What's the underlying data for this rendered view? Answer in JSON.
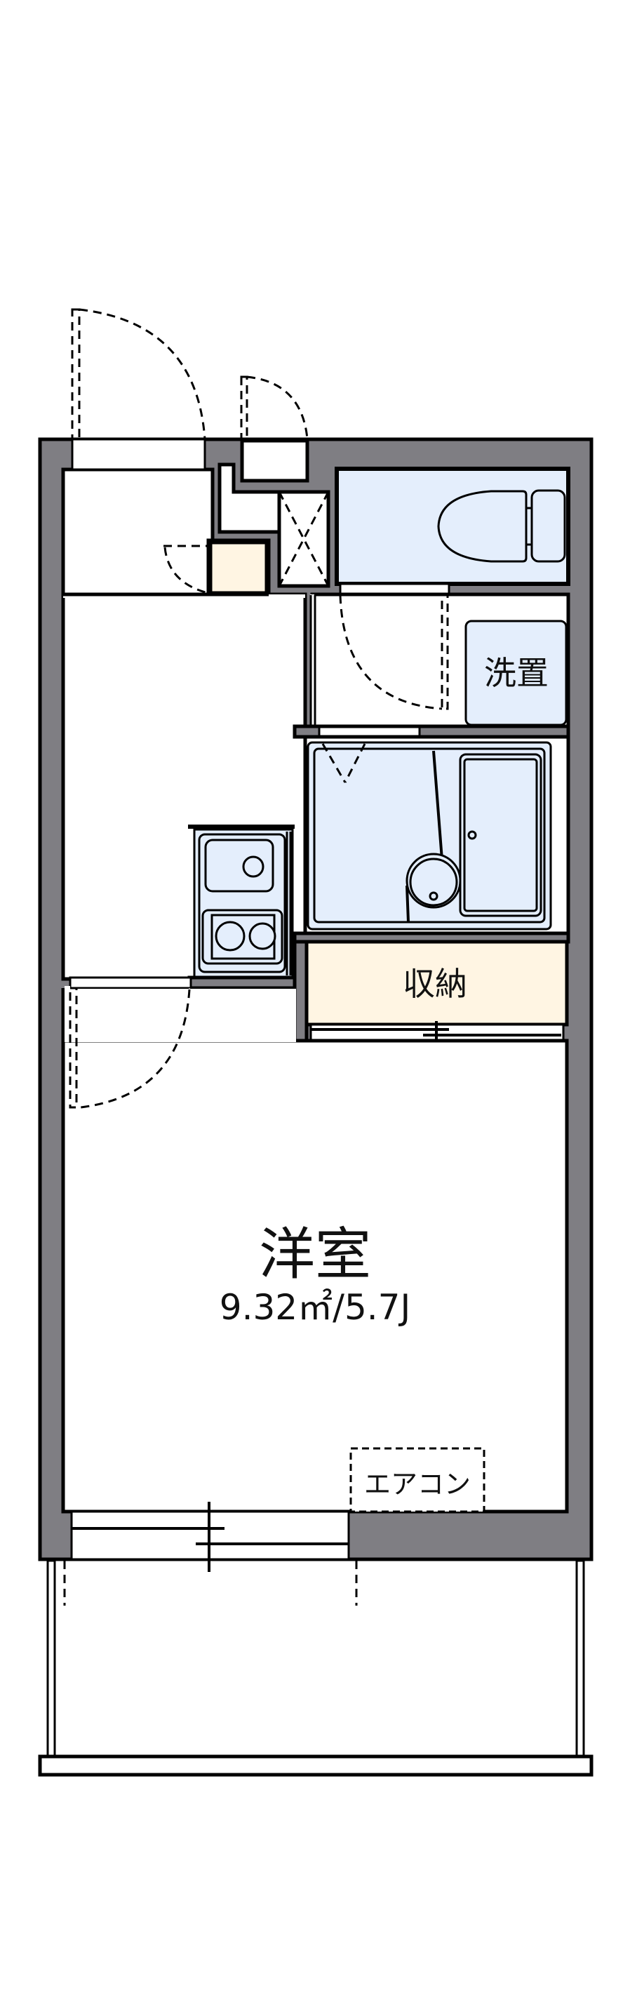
{
  "floorplan": {
    "rooms": {
      "main_room": {
        "name": "洋室",
        "area": "9.32㎡/5.7J"
      },
      "storage": {
        "name": "収納"
      },
      "washer": {
        "name": "洗置"
      },
      "aircon": {
        "name": "エアコン"
      }
    },
    "colors": {
      "wall": "#7f7e83",
      "wet_area": "#e4eefc",
      "storage": "#fff5e3",
      "line": "#000000"
    }
  }
}
